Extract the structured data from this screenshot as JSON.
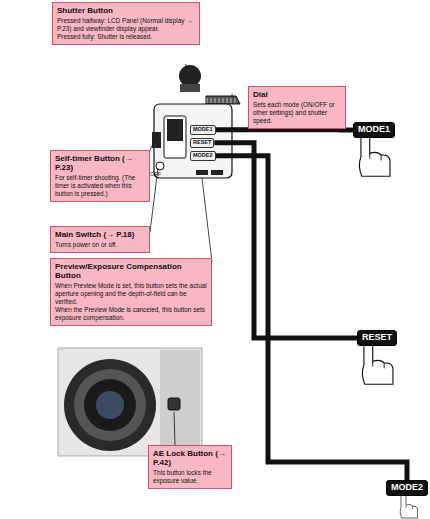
{
  "diagram": {
    "nodes": [
      {
        "text": [
          "Shutter Button",
          "Pressed halfway: LCD Panel (Normal display → P.23) and viewfinder display appear.",
          "Pressed fully: Shutter is released."
        ]
      },
      {
        "text": [
          "Dial",
          "Sets each mode (ON/OFF or other settings) and shutter speed."
        ]
      },
      {
        "text": [
          "Self-timer Button (→ P.23)",
          "For self-timer shooting. (The timer is activated when this button is pressed.)"
        ]
      },
      {
        "text": [
          "Main Switch (→ P.18)",
          "Turns power on or off."
        ]
      },
      {
        "text": [
          "Preview/Exposure Compensation Button",
          "When Preview Mode is set, this button sets the actual aperture opening and the depth-of-field can be verified.",
          "When the Preview Mode is canceled, this button sets exposure compensation."
        ]
      },
      {
        "text": [
          "AE Lock Button (→ P.42)",
          "This button locks the exposure value."
        ]
      },
      {
        "text": [
          "MODE1"
        ]
      },
      {
        "text": [
          "RESET"
        ]
      },
      {
        "text": [
          "MODE2"
        ]
      },
      {
        "text": [
          "MODE1"
        ]
      },
      {
        "text": [
          "RESET"
        ]
      },
      {
        "text": [
          "MODE2"
        ]
      }
    ],
    "edges": [
      {
        "from": 6,
        "to": 9,
        "arrow": "none"
      },
      {
        "from": 7,
        "to": 10,
        "arrow": "none"
      },
      {
        "from": 8,
        "to": 11,
        "arrow": "none"
      }
    ],
    "labels": [
      "OFF"
    ]
  }
}
